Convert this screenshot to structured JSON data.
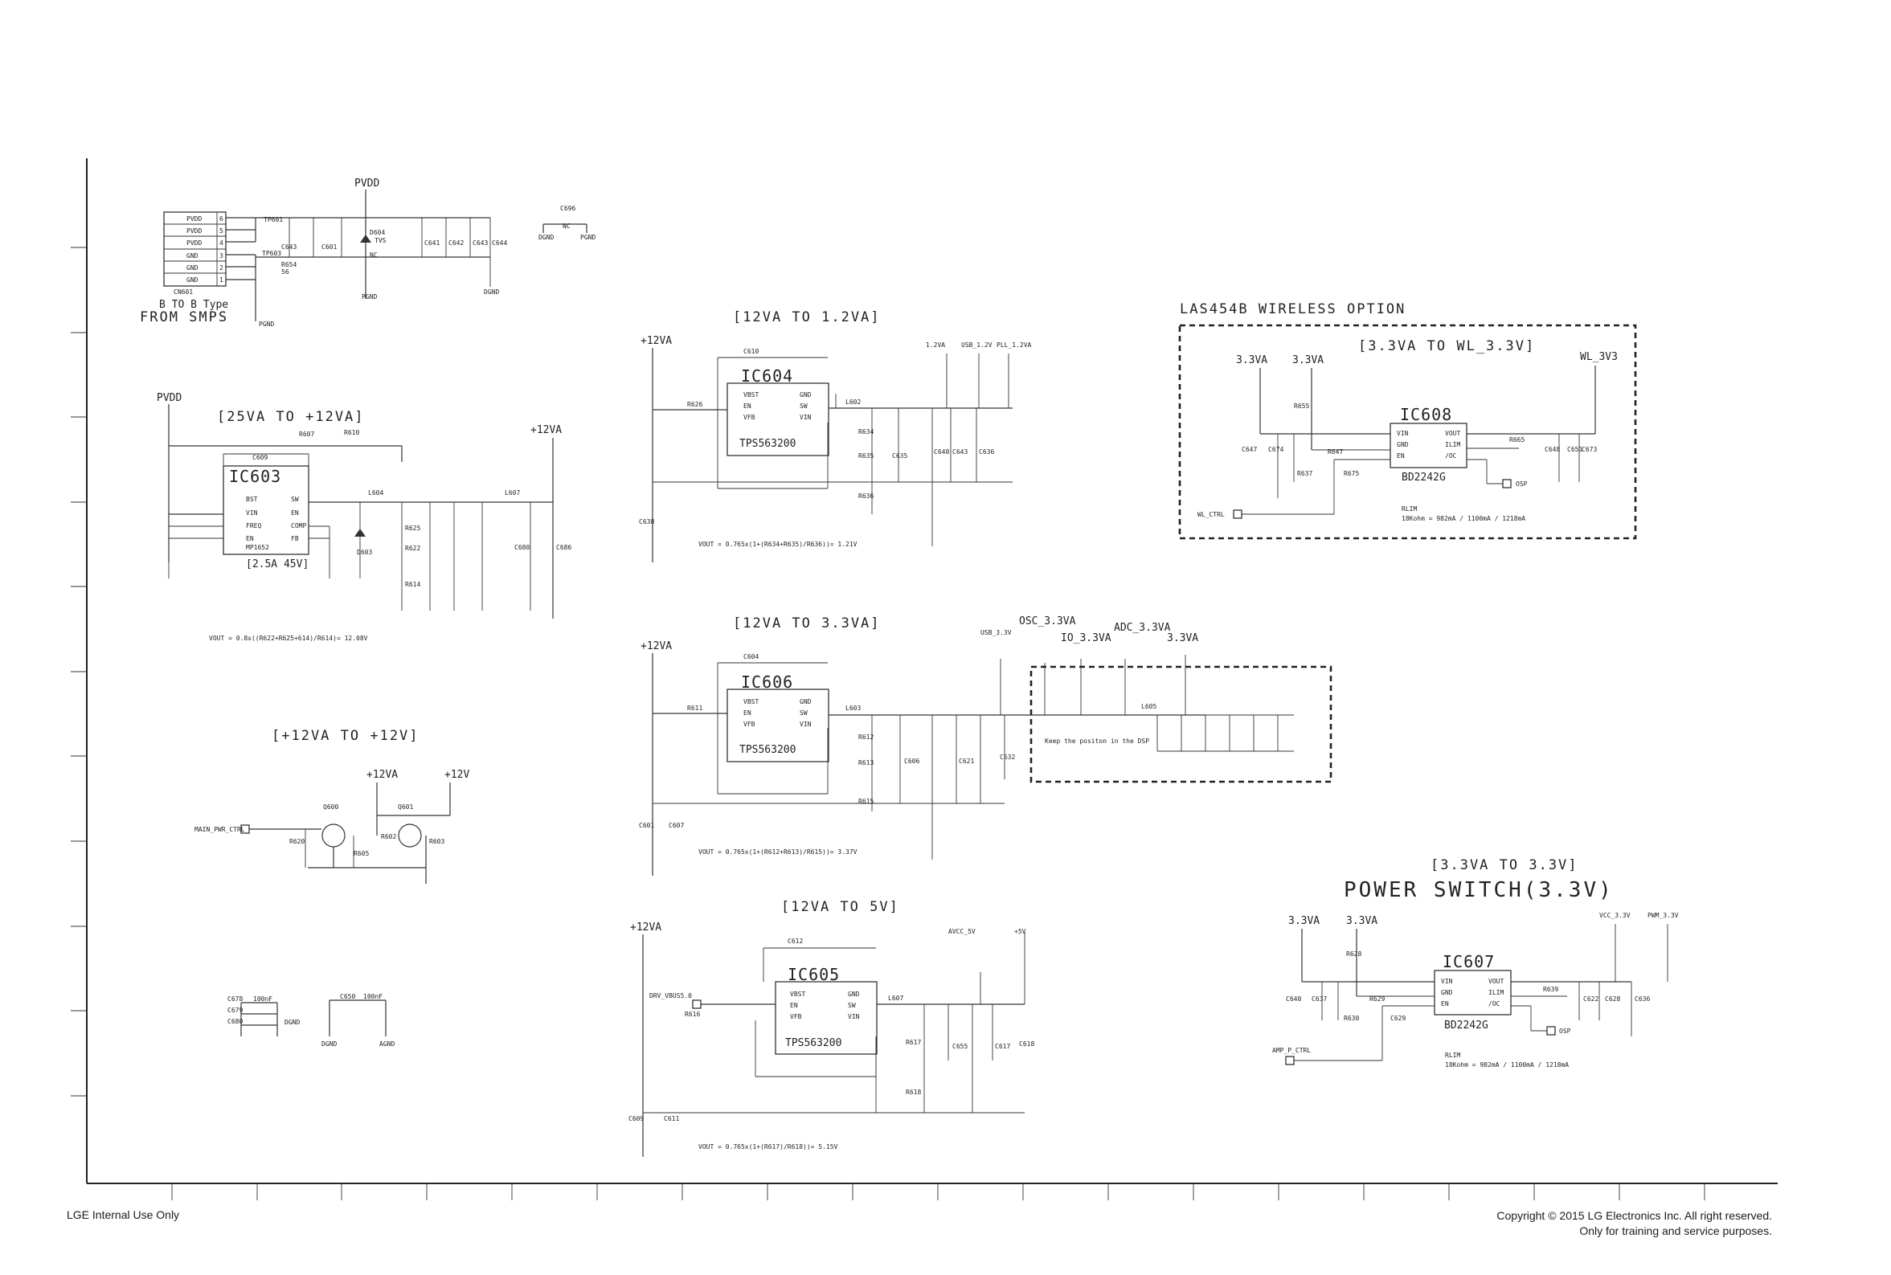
{
  "footer": {
    "left": "LGE Internal Use Only",
    "copyright": "Copyright © 2015 LG Electronics Inc. All right reserved.",
    "notice": "Only for training and service purposes."
  },
  "smps": {
    "rail": "PVDD",
    "connector_pins": [
      "PVDD",
      "PVDD",
      "PVDD",
      "GND",
      "GND",
      "GND"
    ],
    "pin_numbers": [
      "6",
      "5",
      "4",
      "3",
      "2",
      "1"
    ],
    "connector_ref": "CN601",
    "type_label": "B TO B Type",
    "from_label": "FROM SMPS",
    "gnd": "PGND",
    "parts": [
      "TP601",
      "TP603",
      "C643",
      "C601",
      "R654",
      "56",
      "D604",
      "TVS",
      "NC",
      "C641",
      "C642",
      "C643",
      "C644",
      "C696",
      "NC",
      "DGND",
      "PGND"
    ]
  },
  "reg_25_12": {
    "title": "[25VA TO +12VA]",
    "input": "PVDD",
    "output": "+12VA",
    "ic_name": "IC603",
    "ic_part": "MP1652",
    "ic_rating": "[2.5A 45V]",
    "pins_left": [
      "BST",
      "VIN",
      "FREQ",
      "EN"
    ],
    "pins_right": [
      "SW",
      "EN",
      "COMP",
      "FB"
    ],
    "parts": [
      "R607",
      "R610",
      "C609",
      "L604",
      "D603",
      "R625",
      "R622",
      "R614",
      "L607",
      "C680",
      "C686"
    ],
    "formula": "VOUT = 0.8x((R622+R625+614)/R614)= 12.08V"
  },
  "switch_12": {
    "title": "[+12VA TO +12V]",
    "in_rail": "+12VA",
    "out_rail": "+12V",
    "ctrl": "MAIN_PWR_CTRL",
    "parts": [
      "Q600",
      "Q601",
      "R620",
      "R602",
      "R605",
      "R603"
    ]
  },
  "misc_caps": {
    "parts": [
      "C678",
      "C679",
      "C680",
      "C650",
      "100nF"
    ],
    "gnds": [
      "DGND",
      "DGND",
      "AGND"
    ]
  },
  "reg_12_1v2": {
    "title": "[12VA TO 1.2VA]",
    "input": "+12VA",
    "ic_name": "IC604",
    "ic_part": "TPS563200",
    "pins_left": [
      "VBST",
      "EN",
      "VFB"
    ],
    "pins_right": [
      "GND",
      "SW",
      "VIN"
    ],
    "rails": [
      "1.2VA",
      "USB_1.2V",
      "PLL_1.2VA"
    ],
    "parts": [
      "C610",
      "R626",
      "L602",
      "R634",
      "R635",
      "R636",
      "C635",
      "C640",
      "C643",
      "C636",
      "C638"
    ],
    "formula": "VOUT = 0.765x(1+(R634+R635)/R636))= 1.21V"
  },
  "reg_12_3v3": {
    "title": "[12VA TO 3.3VA]",
    "input": "+12VA",
    "ic_name": "IC606",
    "ic_part": "TPS563200",
    "pins_left": [
      "VBST",
      "EN",
      "VFB"
    ],
    "pins_right": [
      "GND",
      "SW",
      "VIN"
    ],
    "rails": [
      "USB_3.3V",
      "OSC_3.3VA",
      "IO_3.3VA",
      "ADC_3.3VA",
      "3.3VA"
    ],
    "keep_note": "Keep the positon in the DSP",
    "parts": [
      "C604",
      "R611",
      "L603",
      "R612",
      "R613",
      "R615",
      "C606",
      "C621",
      "C632",
      "L605",
      "C601",
      "C607"
    ],
    "formula": "VOUT = 0.765x(1+(R612+R613)/R615))= 3.37V"
  },
  "reg_12_5v": {
    "title": "[12VA TO 5V]",
    "input": "+12VA",
    "ic_name": "IC605",
    "ic_part": "TPS563200",
    "pins_left": [
      "VBST",
      "EN",
      "VFB"
    ],
    "pins_right": [
      "GND",
      "SW",
      "VIN"
    ],
    "rails": [
      "AVCC_5V",
      "+5V"
    ],
    "ctrl": "DRV_VBUS5.0",
    "parts": [
      "C612",
      "R616",
      "L607",
      "R617",
      "R618",
      "C655",
      "C617",
      "C618",
      "C609",
      "C611"
    ],
    "formula": "VOUT = 0.765x(1+(R617)/R618))= 5.15V"
  },
  "wireless": {
    "option_title": "LAS454B WIRELESS OPTION",
    "title": "[3.3VA TO WL_3.3V]",
    "in_rails": [
      "3.3VA",
      "3.3VA"
    ],
    "out_rail": "WL_3V3",
    "ic_name": "IC608",
    "ic_part": "BD2242G",
    "pins_left": [
      "VIN",
      "GND",
      "EN"
    ],
    "pins_right": [
      "VOUT",
      "ILIM",
      "/OC"
    ],
    "ctrl": "WL_CTRL",
    "osp": "OSP",
    "rlim_label": "RLIM",
    "rlim_text": "18Kohm = 982mA / 1100mA / 1218mA",
    "parts": [
      "R655",
      "R647",
      "R637",
      "C647",
      "C674",
      "R675",
      "R665",
      "C648",
      "C651",
      "C673"
    ]
  },
  "power_switch": {
    "title": "[3.3VA TO 3.3V]",
    "subtitle": "POWER SWITCH(3.3V)",
    "in_rails": [
      "3.3VA",
      "3.3VA"
    ],
    "out_rails": [
      "VCC_3.3V",
      "PWM_3.3V"
    ],
    "ic_name": "IC607",
    "ic_part": "BD2242G",
    "pins_left": [
      "VIN",
      "GND",
      "EN"
    ],
    "pins_right": [
      "VOUT",
      "ILIM",
      "/OC"
    ],
    "ctrl": "AMP_P_CTRL",
    "osp": "OSP",
    "rlim_label": "RLIM",
    "rlim_text": "18Kohm = 982mA / 1100mA / 1218mA",
    "parts": [
      "R628",
      "R629",
      "R630",
      "C640",
      "C637",
      "C629",
      "R639",
      "C622",
      "C628",
      "C636"
    ]
  }
}
